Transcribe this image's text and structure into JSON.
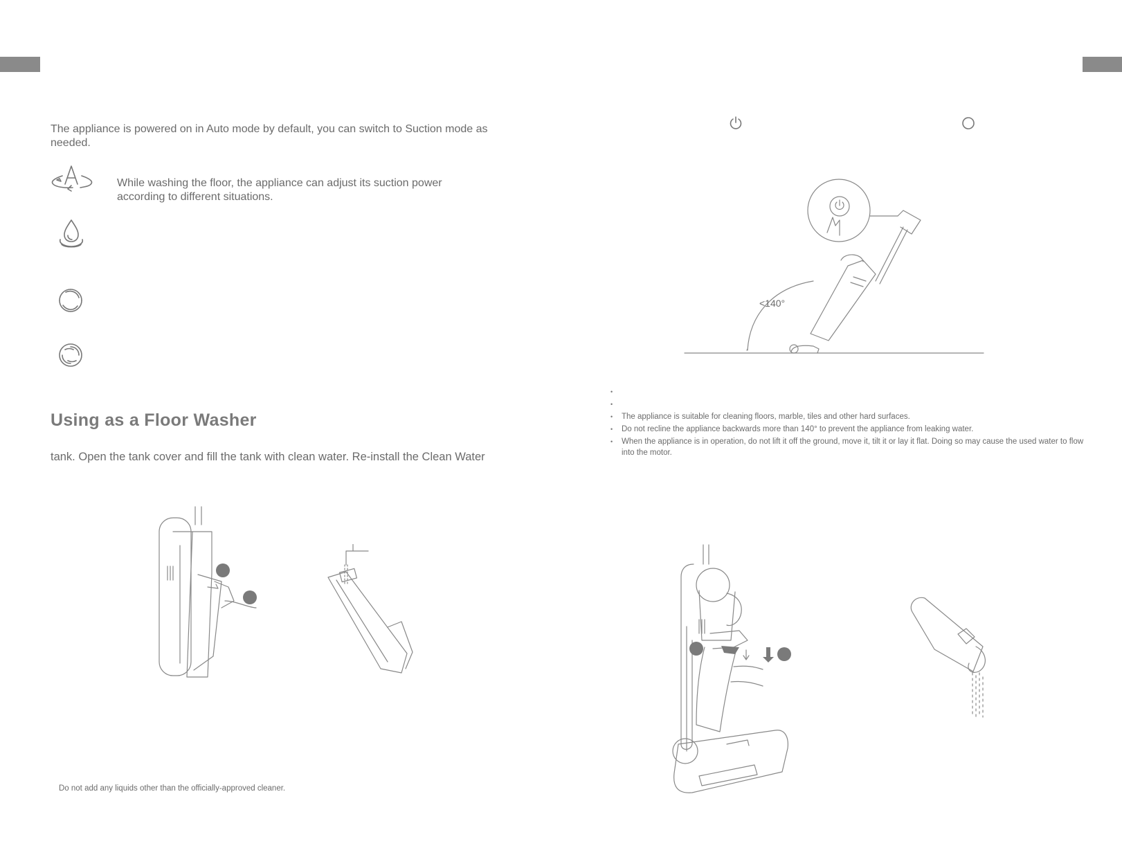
{
  "intro_text": "The appliance is powered on in Auto mode by default, you can switch to Suction mode as needed.",
  "modes": [
    {
      "icon": "auto-mode-icon",
      "description": "While washing the floor, the appliance can adjust its suction power according to different situations."
    },
    {
      "icon": "water-drop-mode-icon",
      "description": ""
    },
    {
      "icon": "suction-mode-icon",
      "description": ""
    },
    {
      "icon": "max-suction-mode-icon",
      "description": ""
    }
  ],
  "section_title": "Using as a Floor Washer",
  "tank_instruction": "tank. Open the tank cover and fill the tank with clean water. Re-install the Clean Water",
  "warning_note": "Do not add any liquids other than the officially-approved cleaner.",
  "angle_label": "<140°",
  "right_header_icons": [
    "power-icon",
    "mode-switch-icon"
  ],
  "notes": [
    "",
    "",
    "The appliance is suitable for cleaning floors, marble, tiles and other hard surfaces.",
    "Do not recline the appliance backwards more than 140° to prevent the appliance from leaking water.",
    "When the appliance is in operation, do not lift it off the ground, move it, tilt it or lay it flat. Doing so may cause the used water to flow into the motor."
  ],
  "colors": {
    "tab": "#8a8a8a",
    "text": "#6b6b6b",
    "title": "#7a7a7a",
    "line": "#777777"
  }
}
